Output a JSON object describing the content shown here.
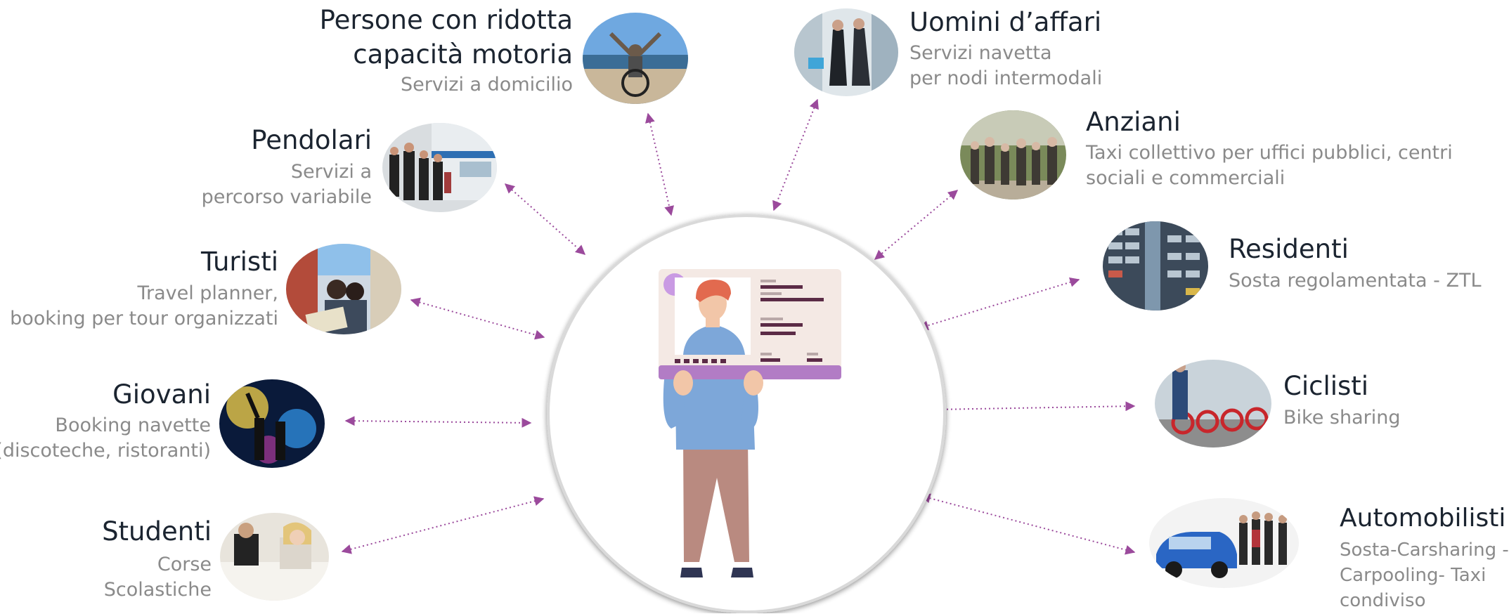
{
  "segments": {
    "disabled": {
      "title_line1": "Persone con ridotta",
      "title_line2": "capacità motoria",
      "service_line1": "Servizi a domicilio"
    },
    "business": {
      "title": "Uomini d’affari",
      "service_line1": "Servizi navetta",
      "service_line2": "per nodi intermodali"
    },
    "commuters": {
      "title": "Pendolari",
      "service_line1": "Servizi a",
      "service_line2": "percorso variabile"
    },
    "elderly": {
      "title": "Anziani",
      "service_line1": "Taxi collettivo per uffici pubblici, centri",
      "service_line2": "sociali e commerciali"
    },
    "tourists": {
      "title": "Turisti",
      "service_line1": "Travel planner,",
      "service_line2": "booking per tour organizzati"
    },
    "residents": {
      "title": "Residenti",
      "service_line1": "Sosta regolamentata - ZTL"
    },
    "youth": {
      "title": "Giovani",
      "service_line1": "Booking navette",
      "service_line2": "(discoteche, ristoranti)"
    },
    "cyclists": {
      "title": "Ciclisti",
      "service_line1": "Bike sharing"
    },
    "students": {
      "title": "Studenti",
      "service_line1": "Corse",
      "service_line2": "Scolastiche"
    },
    "drivers": {
      "title": "Automobilisti",
      "service_line1": "Sosta-Carsharing -",
      "service_line2": "Carpooling-  Taxi",
      "service_line3": "condiviso"
    }
  },
  "colors": {
    "arrow": "#9b4a9c",
    "title": "#1b2430",
    "subtitle": "#8a8a8a",
    "card_bg": "#f4e9e4",
    "card_band": "#b27cc5",
    "shirt": "#7da7d9",
    "hair": "#e26a4f",
    "pants": "#b98a80"
  },
  "icons": {
    "hub": "user-id-card-icon",
    "disabled": "wheelchair-person-photo-icon",
    "business": "business-people-photo-icon",
    "commuters": "train-commuters-photo-icon",
    "elderly": "elderly-crowd-photo-icon",
    "tourists": "tourists-photo-icon",
    "residents": "parking-lot-photo-icon",
    "youth": "nightclub-photo-icon",
    "cyclists": "bike-sharing-photo-icon",
    "students": "students-photo-icon",
    "drivers": "car-people-photo-icon"
  }
}
